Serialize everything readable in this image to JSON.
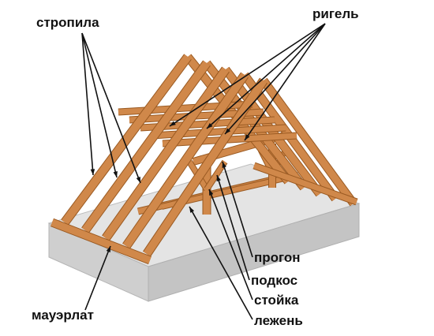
{
  "labels": {
    "rafters": "стропила",
    "collar_tie": "ригель",
    "purlin": "прогон",
    "strut": "подкос",
    "post": "стойка",
    "sleeper": "лежень",
    "wall_plate": "мауэрлат"
  },
  "colors": {
    "timber": "#d0884a",
    "timber_dark": "#9a5a22",
    "slab_top": "#e2e2e2",
    "slab_side": "#c9c9c9",
    "pointer": "#111111"
  }
}
